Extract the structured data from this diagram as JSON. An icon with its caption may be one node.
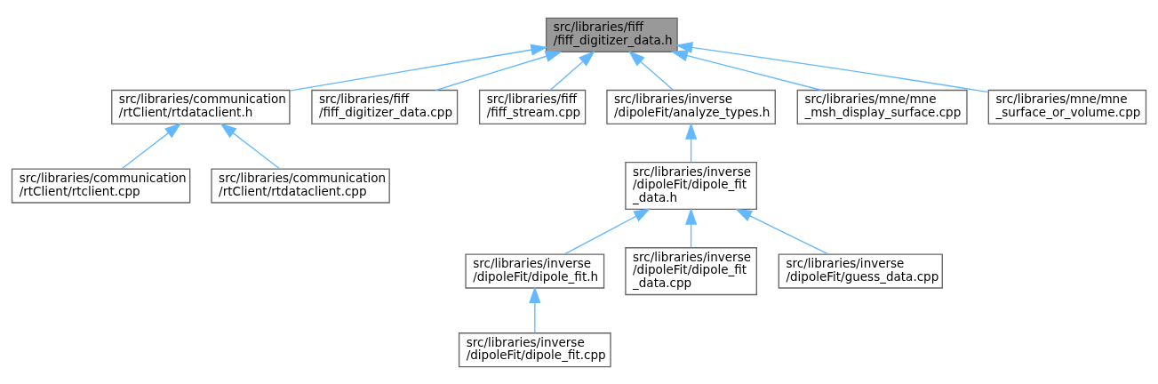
{
  "diagram": {
    "nodes": [
      {
        "text": [
          "src/libraries/fiff /fiff_digitizer_data.h"
        ]
      },
      {
        "text": [
          "src/libraries/communication /rtClient/rtdataclient.h"
        ]
      },
      {
        "text": [
          "src/libraries/fiff /fiff_digitizer_data.cpp"
        ]
      },
      {
        "text": [
          "src/libraries/fiff /fiff_stream.cpp"
        ]
      },
      {
        "text": [
          "src/libraries/inverse /dipoleFit/analyze_types.h"
        ]
      },
      {
        "text": [
          "src/libraries/mne/mne _msh_display_surface.cpp"
        ]
      },
      {
        "text": [
          "src/libraries/mne/mne _surface_or_volume.cpp"
        ]
      },
      {
        "text": [
          "src/libraries/communication /rtClient/rtclient.cpp"
        ]
      },
      {
        "text": [
          "src/libraries/communication /rtClient/rtdataclient.cpp"
        ]
      },
      {
        "text": [
          "src/libraries/inverse /dipoleFit/dipole_fit _data.h"
        ]
      },
      {
        "text": [
          "src/libraries/inverse /dipoleFit/dipole_fit.h"
        ]
      },
      {
        "text": [
          "src/libraries/inverse /dipoleFit/dipole_fit _data.cpp"
        ]
      },
      {
        "text": [
          "src/libraries/inverse /dipoleFit/guess_data.cpp"
        ]
      },
      {
        "text": [
          "src/libraries/inverse /dipoleFit/dipole_fit.cpp"
        ]
      }
    ],
    "edges": [
      {
        "from": 1,
        "to": 0,
        "arrow": "to"
      },
      {
        "from": 2,
        "to": 0,
        "arrow": "to"
      },
      {
        "from": 3,
        "to": 0,
        "arrow": "to"
      },
      {
        "from": 4,
        "to": 0,
        "arrow": "to"
      },
      {
        "from": 5,
        "to": 0,
        "arrow": "to"
      },
      {
        "from": 6,
        "to": 0,
        "arrow": "to"
      },
      {
        "from": 7,
        "to": 1,
        "arrow": "to"
      },
      {
        "from": 8,
        "to": 1,
        "arrow": "to"
      },
      {
        "from": 9,
        "to": 4,
        "arrow": "to"
      },
      {
        "from": 10,
        "to": 9,
        "arrow": "to"
      },
      {
        "from": 11,
        "to": 9,
        "arrow": "to"
      },
      {
        "from": 12,
        "to": 9,
        "arrow": "to"
      },
      {
        "from": 13,
        "to": 10,
        "arrow": "to"
      }
    ]
  }
}
